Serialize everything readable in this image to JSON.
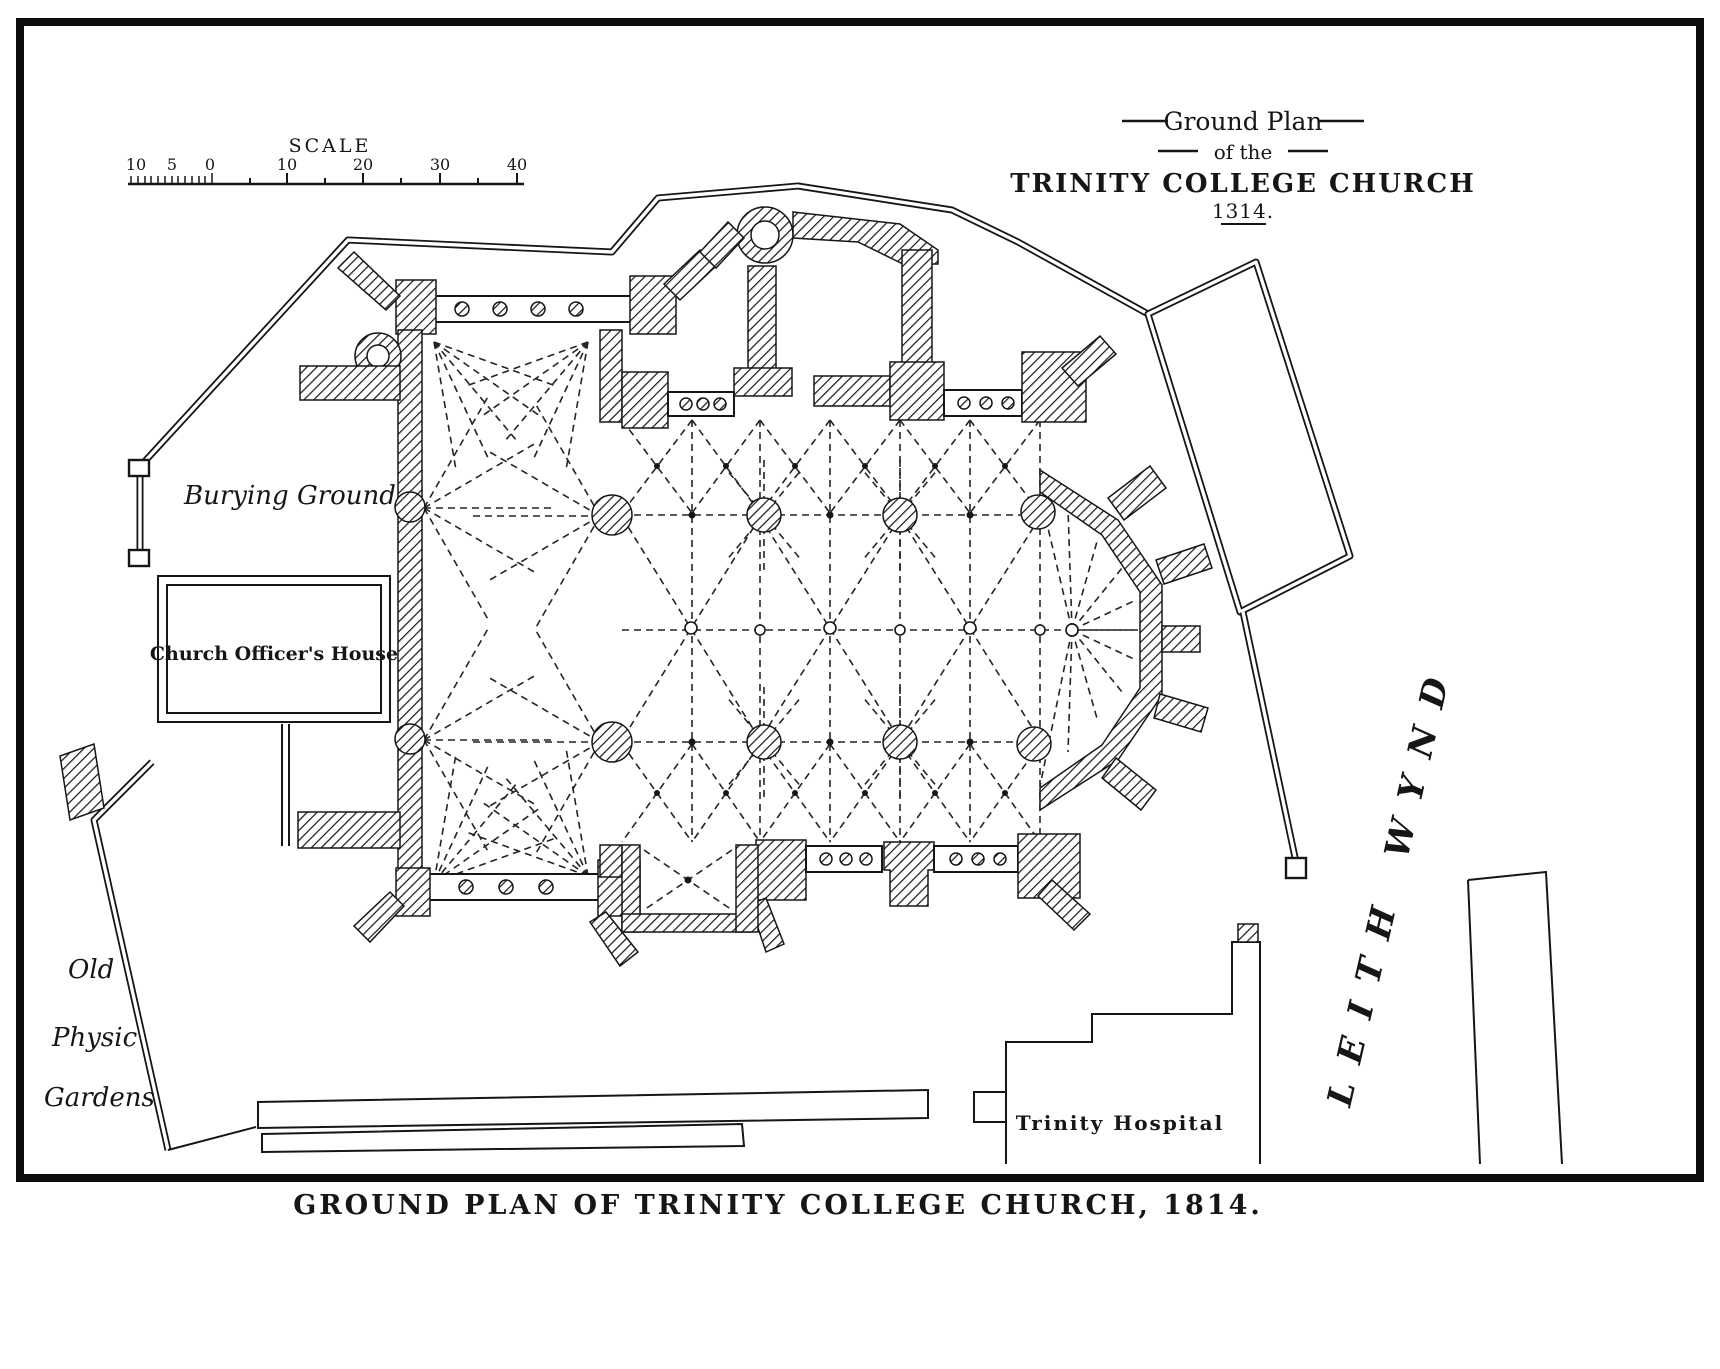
{
  "figure": {
    "caption": "GROUND PLAN OF TRINITY COLLEGE CHURCH, 1814.",
    "title_block": {
      "line1": "Ground Plan",
      "line2": "of the",
      "line3": "TRINITY COLLEGE CHURCH",
      "line4": "1314."
    },
    "scale_bar": {
      "label": "SCALE",
      "left_numbers": [
        "10",
        "5",
        "0"
      ],
      "right_numbers": [
        "10",
        "20",
        "30",
        "40"
      ]
    },
    "labels": {
      "burying_ground": "Burying Ground",
      "church_officers_house": "Church Officer's House",
      "old_physic_gardens_line1": "Old",
      "old_physic_gardens_line2": "Physic",
      "old_physic_gardens_line3": "Gardens",
      "trinity_hospital": "Trinity Hospital",
      "leith_wynd": "LEITH WYND"
    },
    "colors": {
      "ink": "#161616",
      "paper": "#ffffff"
    }
  }
}
